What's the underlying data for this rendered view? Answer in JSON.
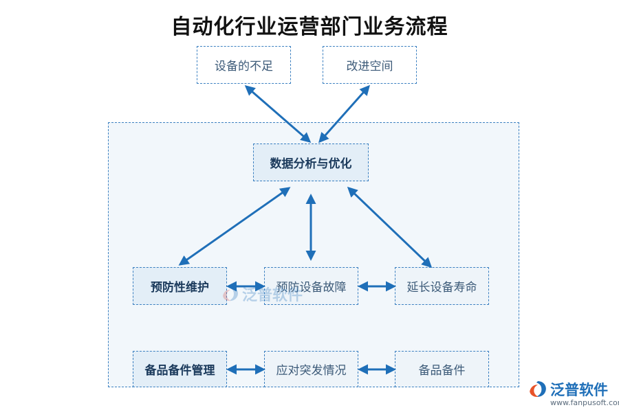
{
  "title": "自动化行业运营部门业务流程",
  "nodes": {
    "equipment_deficiency": "设备的不足",
    "improvement_space": "改进空间",
    "data_analysis": "数据分析与优化",
    "preventive_maintenance": "预防性维护",
    "prevent_equipment_failure": "预防设备故障",
    "extend_equipment_life": "延长设备寿命",
    "spare_parts_management": "备品备件管理",
    "emergency_response": "应对突发情况",
    "spare_parts": "备品备件"
  },
  "watermark": {
    "text": "泛普软件"
  },
  "logo": {
    "text": "泛普软件",
    "url": "www.fanpusoft.com"
  },
  "colors": {
    "arrow": "#1f6fb8",
    "border": "#3a7fc0",
    "panel_bg": "#f2f7fb"
  },
  "icons": {
    "logo": "fanpu-logo-icon",
    "watermark": "fanpu-logo-icon"
  }
}
